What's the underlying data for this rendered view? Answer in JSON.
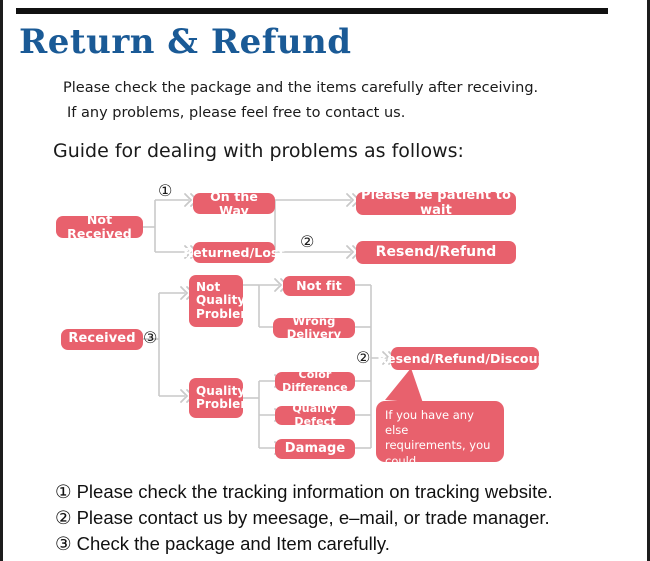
{
  "document": {
    "title": "Return & Refund",
    "intro_lines": [
      "Please check the package and the items carefully after receiving.",
      "If any problems, please feel free to contact us."
    ],
    "guide_heading": "Guide for dealing with problems as follows:"
  },
  "colors": {
    "node_pink": "#e8616d",
    "title_blue": "#1a5a96",
    "connector_gray": "#c9c9c9",
    "rule_black": "#111111"
  },
  "flowchart": {
    "nodes": {
      "not_received": "Not Received",
      "on_the_way": "On the Way",
      "returned_lost": "Returned/Lost",
      "be_patient": "Please be patient to wait",
      "resend_refund": "Resend/Refund",
      "received": "Received",
      "not_quality_problem": "Not\nQuality\nProblem",
      "not_fit": "Not fit",
      "wrong_delivery": "Wrong Delivery",
      "quality_problem": "Quality\nProblem",
      "color_difference": "Color Difference",
      "quality_defect": "Quality Defect",
      "damage": "Damage",
      "resend_refund_discount": "Resend/Refund/Discount"
    },
    "markers": {
      "m1": "①",
      "m2_top": "②",
      "m3": "③",
      "m2_bottom": "②"
    },
    "callout": "If you have any else\nrequirements, you could\nalso tell us!"
  },
  "footer": {
    "items": [
      {
        "num": "①",
        "text": "Please check the tracking information on tracking website."
      },
      {
        "num": "②",
        "text": "Please contact us by meesage, e–mail, or trade manager."
      },
      {
        "num": "③",
        "text": "Check the package and Item carefully."
      }
    ]
  }
}
